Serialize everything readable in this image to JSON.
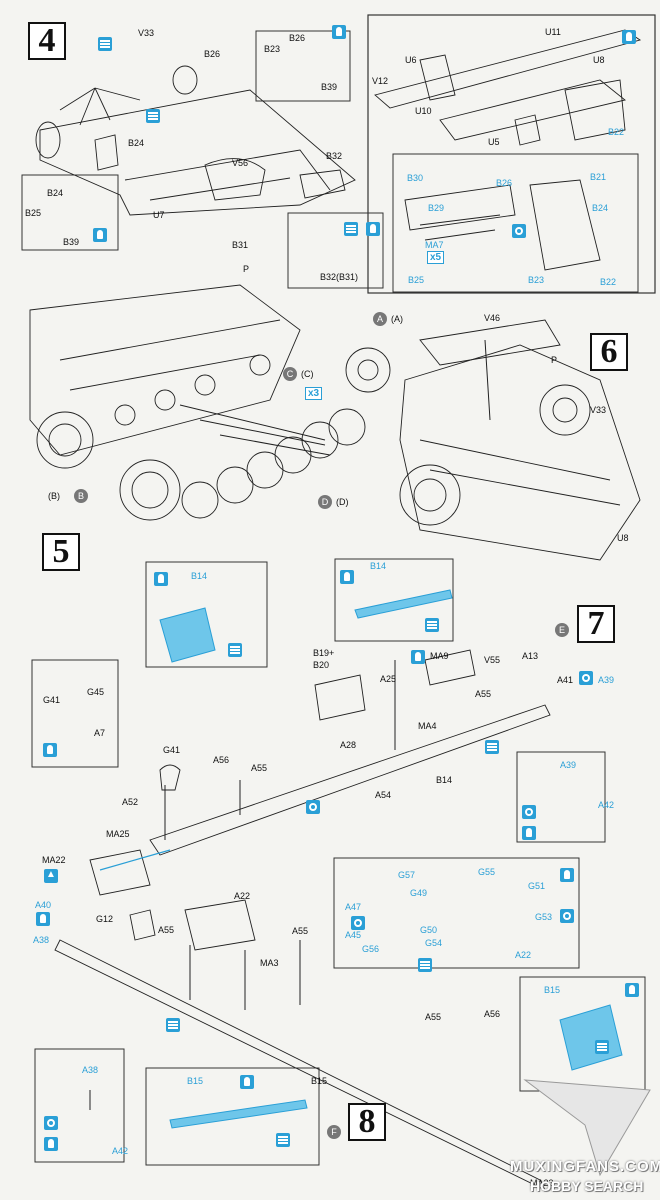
{
  "steps": {
    "s4": "4",
    "s5": "5",
    "s6": "6",
    "s7": "7",
    "s8": "8"
  },
  "step_marks": {
    "e": "E",
    "f": "F"
  },
  "labels_black": [
    "V33",
    "B26",
    "B23",
    "B26",
    "B39",
    "B24",
    "V56",
    "U7",
    "B32",
    "B24",
    "B25",
    "B39",
    "B31",
    "B32(B31)",
    "U11",
    "U6",
    "U8",
    "V12",
    "U10",
    "U5",
    "P",
    "V46",
    "P",
    "V33",
    "U8",
    "G41",
    "G45",
    "A7",
    "B19+",
    "B20",
    "A25",
    "MA9",
    "V55",
    "A13",
    "A41",
    "MA4",
    "A28",
    "A55",
    "A54",
    "B14",
    "G41",
    "A52",
    "A56",
    "A55",
    "MA25",
    "MA22",
    "G12",
    "A22",
    "A55",
    "A55",
    "MA3",
    "A55",
    "A56",
    "B15",
    "MA23"
  ],
  "labels_blue": [
    "B30",
    "B26",
    "B21",
    "B29",
    "B24",
    "MA7",
    "B25",
    "B23",
    "B22",
    "B22",
    "B14",
    "B14",
    "A39",
    "A39",
    "A42",
    "G57",
    "G55",
    "G51",
    "A47",
    "G49",
    "A45",
    "G53",
    "G50",
    "G56",
    "G54",
    "A22",
    "A40",
    "A38",
    "B15",
    "B15",
    "A38",
    "A42"
  ],
  "paired_callouts": {
    "a": "A",
    "a2": "(A)",
    "c": "C",
    "c2": "(C)",
    "b": "B",
    "b2": "(B)",
    "d": "D",
    "d2": "(D)"
  },
  "counts": {
    "x3": "x3",
    "x5": "x5"
  },
  "icons": [
    "glue-icon",
    "cut-icon",
    "drill-icon",
    "flip-icon"
  ],
  "watermark": {
    "site": "MUXINGFANS.COM",
    "brand": "HOBBY SEARCH"
  },
  "colors": {
    "ink": "#111111",
    "accent": "#2a9fd6",
    "paper": "#f4f4f1"
  }
}
